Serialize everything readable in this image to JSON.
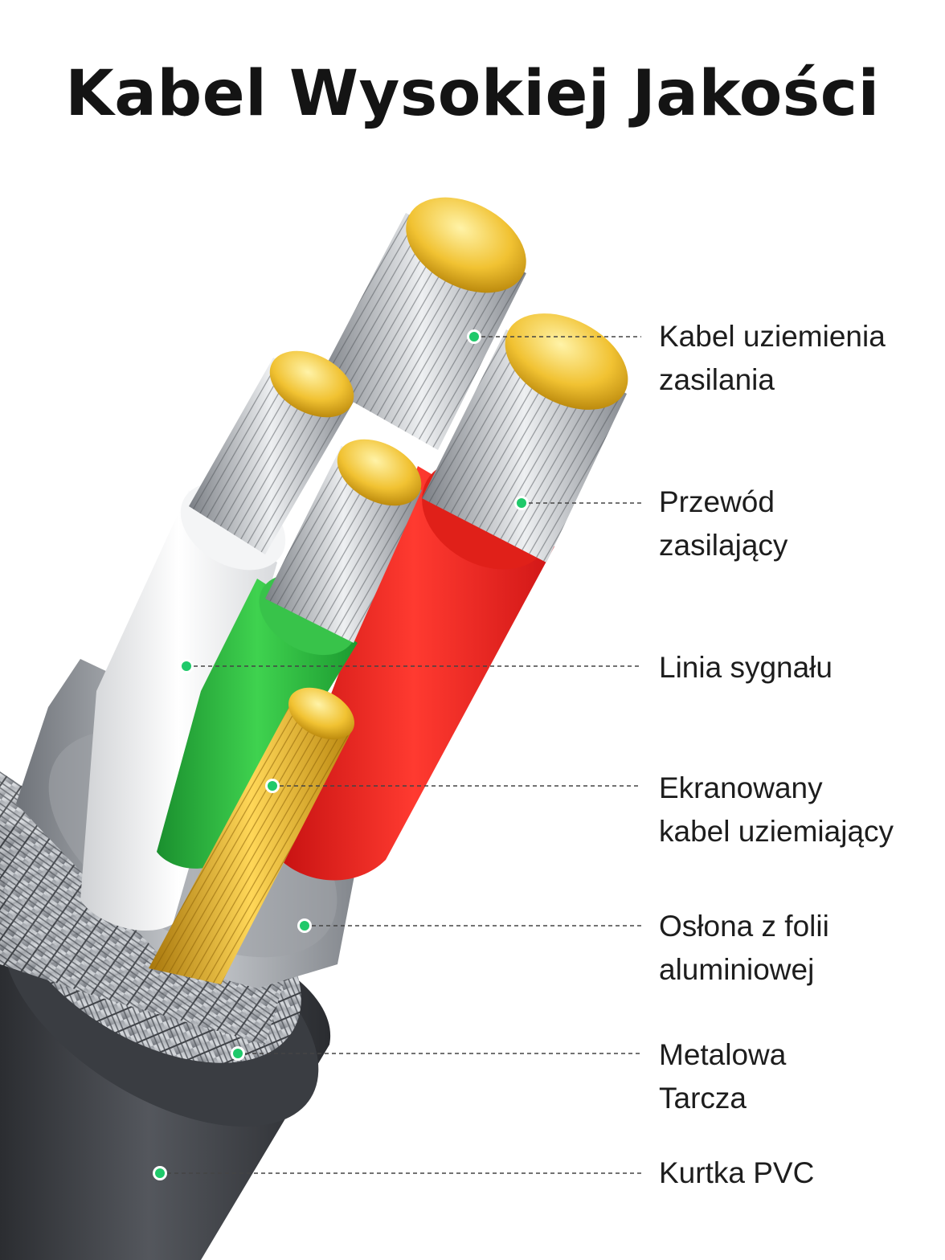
{
  "title": "Kabel Wysokiej Jakości",
  "accent_color": "#1fc96a",
  "labels": [
    {
      "lines": [
        "Kabel uziemienia",
        "zasilania"
      ]
    },
    {
      "lines": [
        "Przewód",
        "zasilający"
      ]
    },
    {
      "lines": [
        "Linia sygnału"
      ]
    },
    {
      "lines": [
        "Ekranowany",
        "kabel uziemiający"
      ]
    },
    {
      "lines": [
        "Osłona z folii",
        "aluminiowej"
      ]
    },
    {
      "lines": [
        "Metalowa",
        "Tarcza"
      ]
    },
    {
      "lines": [
        "Kurtka PVC"
      ]
    }
  ]
}
